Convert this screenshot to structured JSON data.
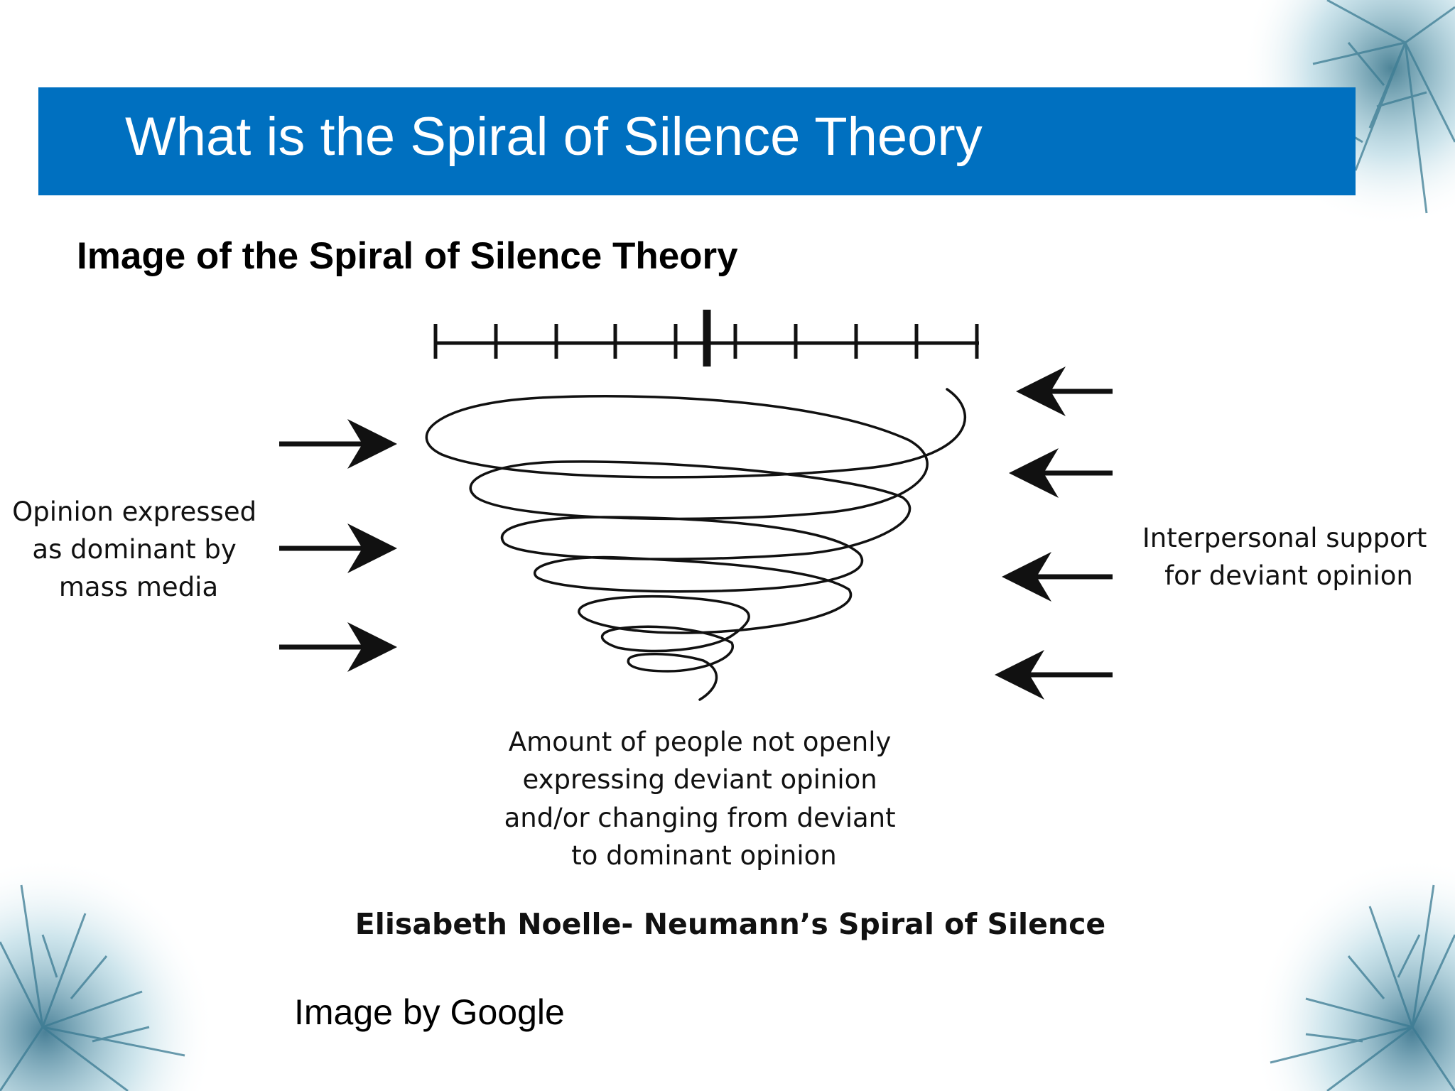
{
  "slide": {
    "title": "What is the Spiral of Silence Theory",
    "subtitle": "Image of the Spiral of Silence Theory",
    "credit": "Image by Google",
    "accent_color": "#0070c0"
  },
  "diagram": {
    "left_label": [
      "Opinion expressed",
      "as dominant by",
      "mass media"
    ],
    "right_label": [
      "Interpersonal support",
      "for deviant opinion"
    ],
    "bottom_label": [
      "Amount of people not openly",
      "expressing deviant opinion",
      "and/or changing from deviant",
      "to dominant opinion"
    ],
    "caption": "Elisabeth  Noelle- Neumann’s Spiral of Silence",
    "left_arrow_count": 3,
    "right_arrow_count": 4,
    "scale_tick_count": 10,
    "icons": [
      "opinion-scale",
      "spiral-shape",
      "right-arrow-icon",
      "left-arrow-icon",
      "snowflake-decoration-icon"
    ]
  }
}
